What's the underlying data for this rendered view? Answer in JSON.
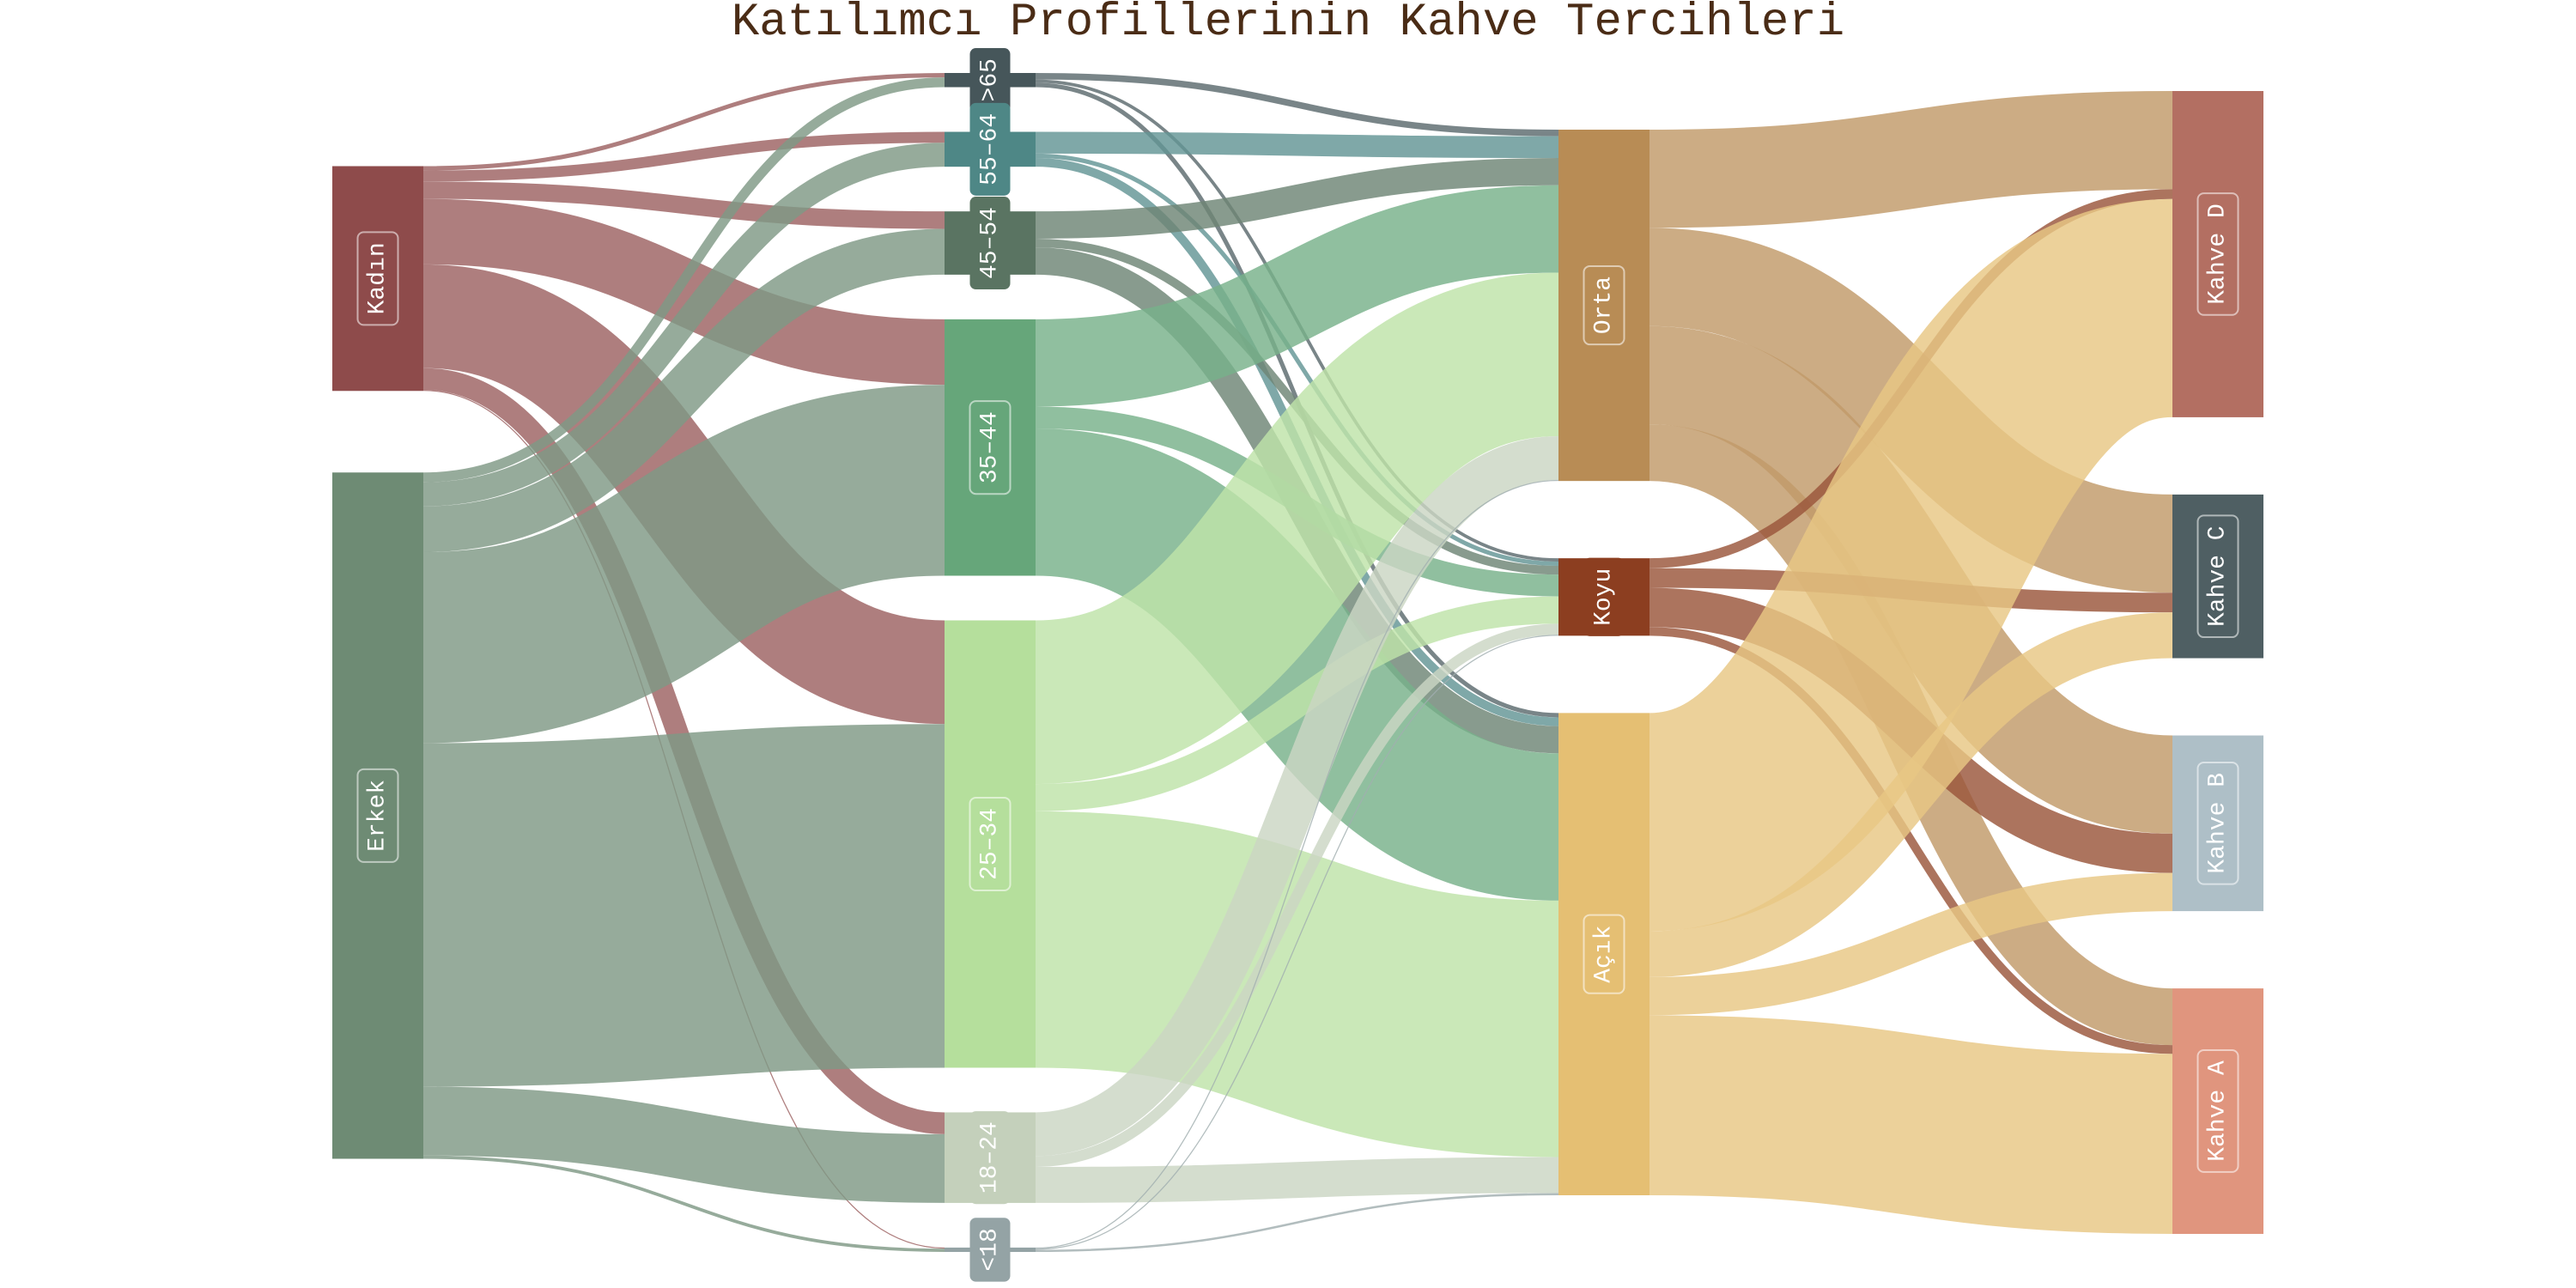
{
  "title": "Katılımcı Profillerinin Kahve Tercihleri",
  "columns": [
    [
      {
        "id": "kadin",
        "label": "Kadın",
        "color": "#8e4b4b"
      },
      {
        "id": "erkek",
        "label": "Erkek",
        "color": "#6e8b74"
      }
    ],
    [
      {
        "id": "a65",
        "label": ">65",
        "color": "#46565a"
      },
      {
        "id": "a5564",
        "label": "55–64",
        "color": "#4e8786"
      },
      {
        "id": "a4554",
        "label": "45–54",
        "color": "#5a7462"
      },
      {
        "id": "a3544",
        "label": "35–44",
        "color": "#66a67a"
      },
      {
        "id": "a2534",
        "label": "25–34",
        "color": "#b5df9c"
      },
      {
        "id": "a1824",
        "label": "18–24",
        "color": "#c4d0bb"
      },
      {
        "id": "a18",
        "label": "<18",
        "color": "#94a3a5"
      }
    ],
    [
      {
        "id": "orta",
        "label": "Orta",
        "color": "#b88c55"
      },
      {
        "id": "koyu",
        "label": "Koyu",
        "color": "#8c3e20"
      },
      {
        "id": "acik",
        "label": "Açık",
        "color": "#e5bf73"
      }
    ],
    [
      {
        "id": "kahveD",
        "label": "Kahve D",
        "color": "#b36f62"
      },
      {
        "id": "kahveC",
        "label": "Kahve C",
        "color": "#4f5f63"
      },
      {
        "id": "kahveB",
        "label": "Kahve B",
        "color": "#aebfc7"
      },
      {
        "id": "kahveA",
        "label": "Kahve A",
        "color": "#e0957e"
      }
    ]
  ],
  "links": [
    {
      "source": "kadin",
      "target": "a65",
      "value": 4
    },
    {
      "source": "kadin",
      "target": "a5564",
      "value": 10
    },
    {
      "source": "kadin",
      "target": "a4554",
      "value": 16
    },
    {
      "source": "kadin",
      "target": "a3544",
      "value": 60
    },
    {
      "source": "kadin",
      "target": "a2534",
      "value": 95
    },
    {
      "source": "kadin",
      "target": "a1824",
      "value": 20
    },
    {
      "source": "kadin",
      "target": "a18",
      "value": 1
    },
    {
      "source": "erkek",
      "target": "a65",
      "value": 9
    },
    {
      "source": "erkek",
      "target": "a5564",
      "value": 22
    },
    {
      "source": "erkek",
      "target": "a4554",
      "value": 42
    },
    {
      "source": "erkek",
      "target": "a3544",
      "value": 175
    },
    {
      "source": "erkek",
      "target": "a2534",
      "value": 315
    },
    {
      "source": "erkek",
      "target": "a1824",
      "value": 63
    },
    {
      "source": "erkek",
      "target": "a18",
      "value": 3
    },
    {
      "source": "a65",
      "target": "orta",
      "value": 6
    },
    {
      "source": "a65",
      "target": "koyu",
      "value": 3
    },
    {
      "source": "a65",
      "target": "acik",
      "value": 4
    },
    {
      "source": "a5564",
      "target": "orta",
      "value": 20
    },
    {
      "source": "a5564",
      "target": "koyu",
      "value": 4
    },
    {
      "source": "a5564",
      "target": "acik",
      "value": 8
    },
    {
      "source": "a4554",
      "target": "orta",
      "value": 25
    },
    {
      "source": "a4554",
      "target": "koyu",
      "value": 8
    },
    {
      "source": "a4554",
      "target": "acik",
      "value": 25
    },
    {
      "source": "a3544",
      "target": "orta",
      "value": 80
    },
    {
      "source": "a3544",
      "target": "koyu",
      "value": 20
    },
    {
      "source": "a3544",
      "target": "acik",
      "value": 135
    },
    {
      "source": "a2534",
      "target": "orta",
      "value": 150
    },
    {
      "source": "a2534",
      "target": "koyu",
      "value": 25
    },
    {
      "source": "a2534",
      "target": "acik",
      "value": 235
    },
    {
      "source": "a1824",
      "target": "orta",
      "value": 40
    },
    {
      "source": "a1824",
      "target": "koyu",
      "value": 10
    },
    {
      "source": "a1824",
      "target": "acik",
      "value": 33
    },
    {
      "source": "a18",
      "target": "orta",
      "value": 1
    },
    {
      "source": "a18",
      "target": "koyu",
      "value": 1
    },
    {
      "source": "a18",
      "target": "acik",
      "value": 2
    },
    {
      "source": "orta",
      "target": "kahveD",
      "value": 90
    },
    {
      "source": "orta",
      "target": "kahveC",
      "value": 90
    },
    {
      "source": "orta",
      "target": "kahveB",
      "value": 90
    },
    {
      "source": "orta",
      "target": "kahveA",
      "value": 52
    },
    {
      "source": "koyu",
      "target": "kahveD",
      "value": 9
    },
    {
      "source": "koyu",
      "target": "kahveC",
      "value": 18
    },
    {
      "source": "koyu",
      "target": "kahveB",
      "value": 36
    },
    {
      "source": "koyu",
      "target": "kahveA",
      "value": 8
    },
    {
      "source": "acik",
      "target": "kahveD",
      "value": 200
    },
    {
      "source": "acik",
      "target": "kahveC",
      "value": 42
    },
    {
      "source": "acik",
      "target": "kahveB",
      "value": 35
    },
    {
      "source": "acik",
      "target": "kahveA",
      "value": 165
    }
  ]
}
